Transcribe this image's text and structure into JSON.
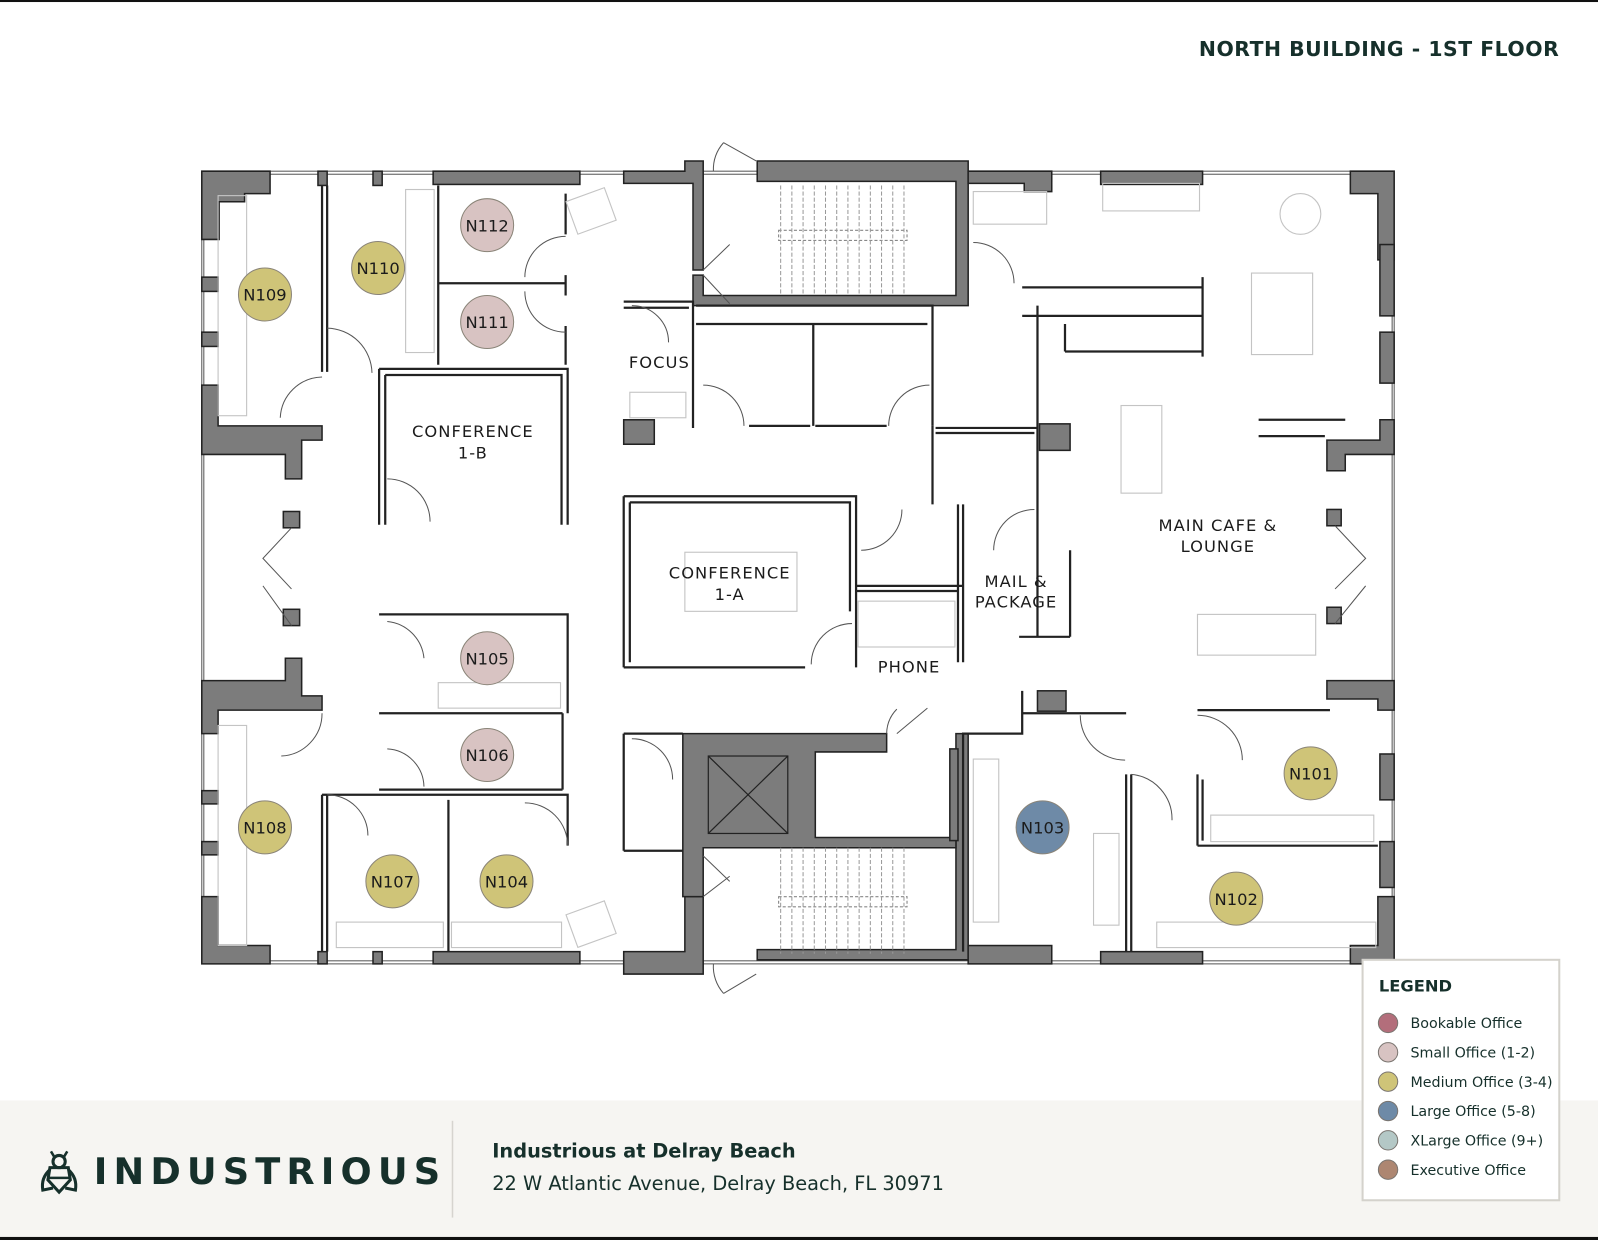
{
  "header": {
    "title": "NORTH BUILDING - 1ST FLOOR"
  },
  "rooms": {
    "conference_1b": {
      "line1": "CONFERENCE",
      "line2": "1-B"
    },
    "focus": "FOCUS",
    "conference_1a": {
      "line1": "CONFERENCE",
      "line2": "1-A"
    },
    "mail": {
      "line1": "MAIL &",
      "line2": "PACKAGE"
    },
    "phone": "PHONE",
    "cafe": {
      "line1": "MAIN CAFE &",
      "line2": "LOUNGE"
    }
  },
  "offices": [
    {
      "id": "N112",
      "type": "small"
    },
    {
      "id": "N111",
      "type": "small"
    },
    {
      "id": "N110",
      "type": "medium"
    },
    {
      "id": "N109",
      "type": "medium"
    },
    {
      "id": "N105",
      "type": "small"
    },
    {
      "id": "N106",
      "type": "small"
    },
    {
      "id": "N108",
      "type": "medium"
    },
    {
      "id": "N107",
      "type": "medium"
    },
    {
      "id": "N104",
      "type": "medium"
    },
    {
      "id": "N103",
      "type": "large"
    },
    {
      "id": "N101",
      "type": "medium"
    },
    {
      "id": "N102",
      "type": "medium"
    }
  ],
  "legend": {
    "title": "LEGEND",
    "items": [
      {
        "key": "bookable",
        "label": "Bookable Office",
        "color": "#b36e7b"
      },
      {
        "key": "small",
        "label": "Small Office (1-2)",
        "color": "#d8c3c2"
      },
      {
        "key": "medium",
        "label": "Medium Office (3-4)",
        "color": "#cfc478"
      },
      {
        "key": "large",
        "label": "Large Office (5-8)",
        "color": "#6e8aa7"
      },
      {
        "key": "xlarge",
        "label": "XLarge Office (9+)",
        "color": "#b4c8c6"
      },
      {
        "key": "executive",
        "label": "Executive Office",
        "color": "#ad8671"
      }
    ]
  },
  "footer": {
    "brand": "INDUSTRIOUS",
    "location_name": "Industrious at Delray Beach",
    "address": "22 W Atlantic Avenue, Delray Beach, FL 30971"
  },
  "colors": {
    "brand_dark": "#16302b",
    "footer_bg": "#f6f5f2",
    "wall": "#7c7c7c"
  }
}
